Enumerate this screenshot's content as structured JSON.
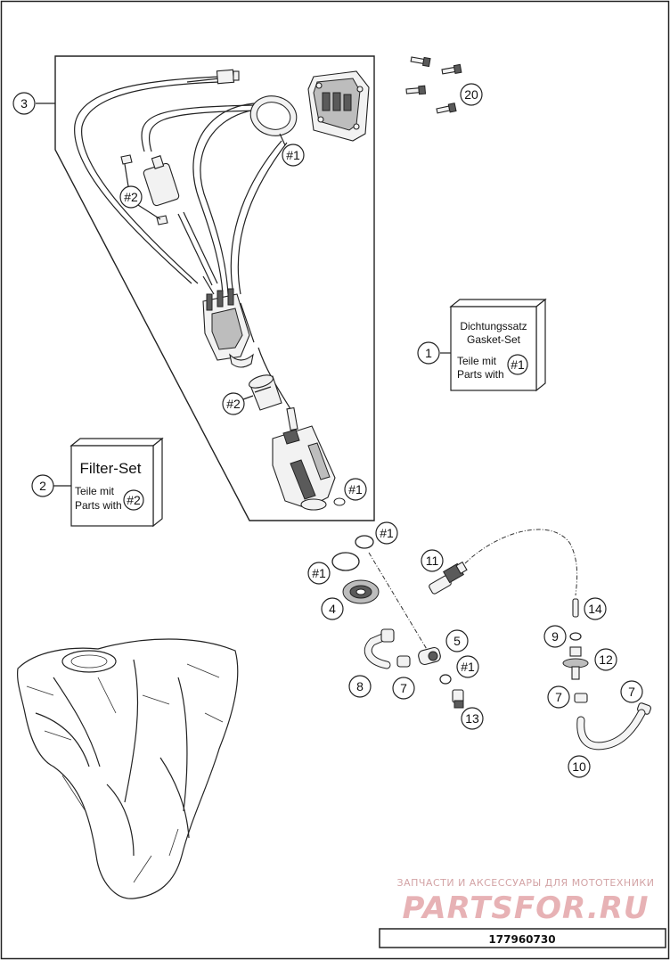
{
  "callouts": {
    "c1": "1",
    "c2": "2",
    "c3": "3",
    "c4": "4",
    "c5": "5",
    "c7a": "7",
    "c7b": "7",
    "c7c": "7",
    "c8": "8",
    "c9": "9",
    "c10": "10",
    "c11": "11",
    "c12": "12",
    "c13": "13",
    "c14": "14",
    "c20": "20",
    "r1a": "#1",
    "r1b": "#1",
    "r1c": "#1",
    "r1d": "#1",
    "r1e": "#1",
    "r1f": "#1",
    "r2a": "#2",
    "r2b": "#2",
    "r2c": "#2"
  },
  "gasket_box": {
    "line1": "Dichtungssatz",
    "line2": "Gasket-Set",
    "line3": "Teile mit",
    "line4": "Parts with",
    "ref": "#1"
  },
  "filter_box": {
    "title": "Filter-Set",
    "line1": "Teile mit",
    "line2": "Parts with",
    "ref": "#2"
  },
  "watermark": {
    "top": "ЗАПЧАСТИ И АКСЕССУАРЫ ДЛЯ МОТОТЕХНИКИ",
    "logo": "PARTSFOR.RU"
  },
  "drawing_code": "177960730"
}
